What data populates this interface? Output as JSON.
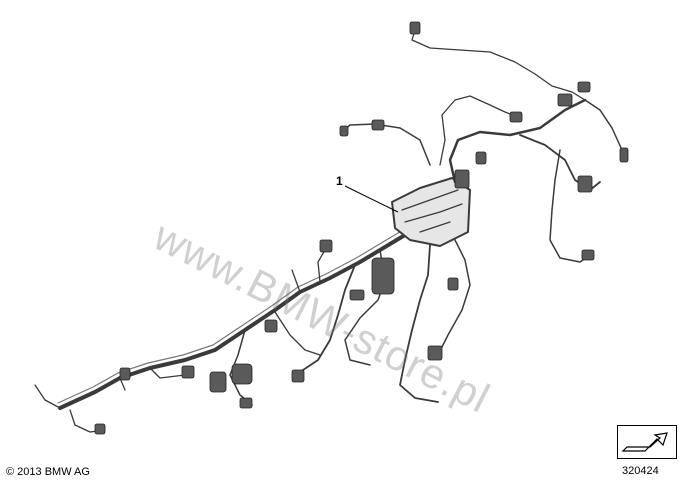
{
  "diagram": {
    "part_label": "1",
    "watermark": "www.BMW-store.pl",
    "copyright": "© 2013 BMW AG",
    "diagram_number": "320424",
    "icons": [
      "wiring-harness-illustration",
      "catalog-arrow-icon"
    ]
  }
}
